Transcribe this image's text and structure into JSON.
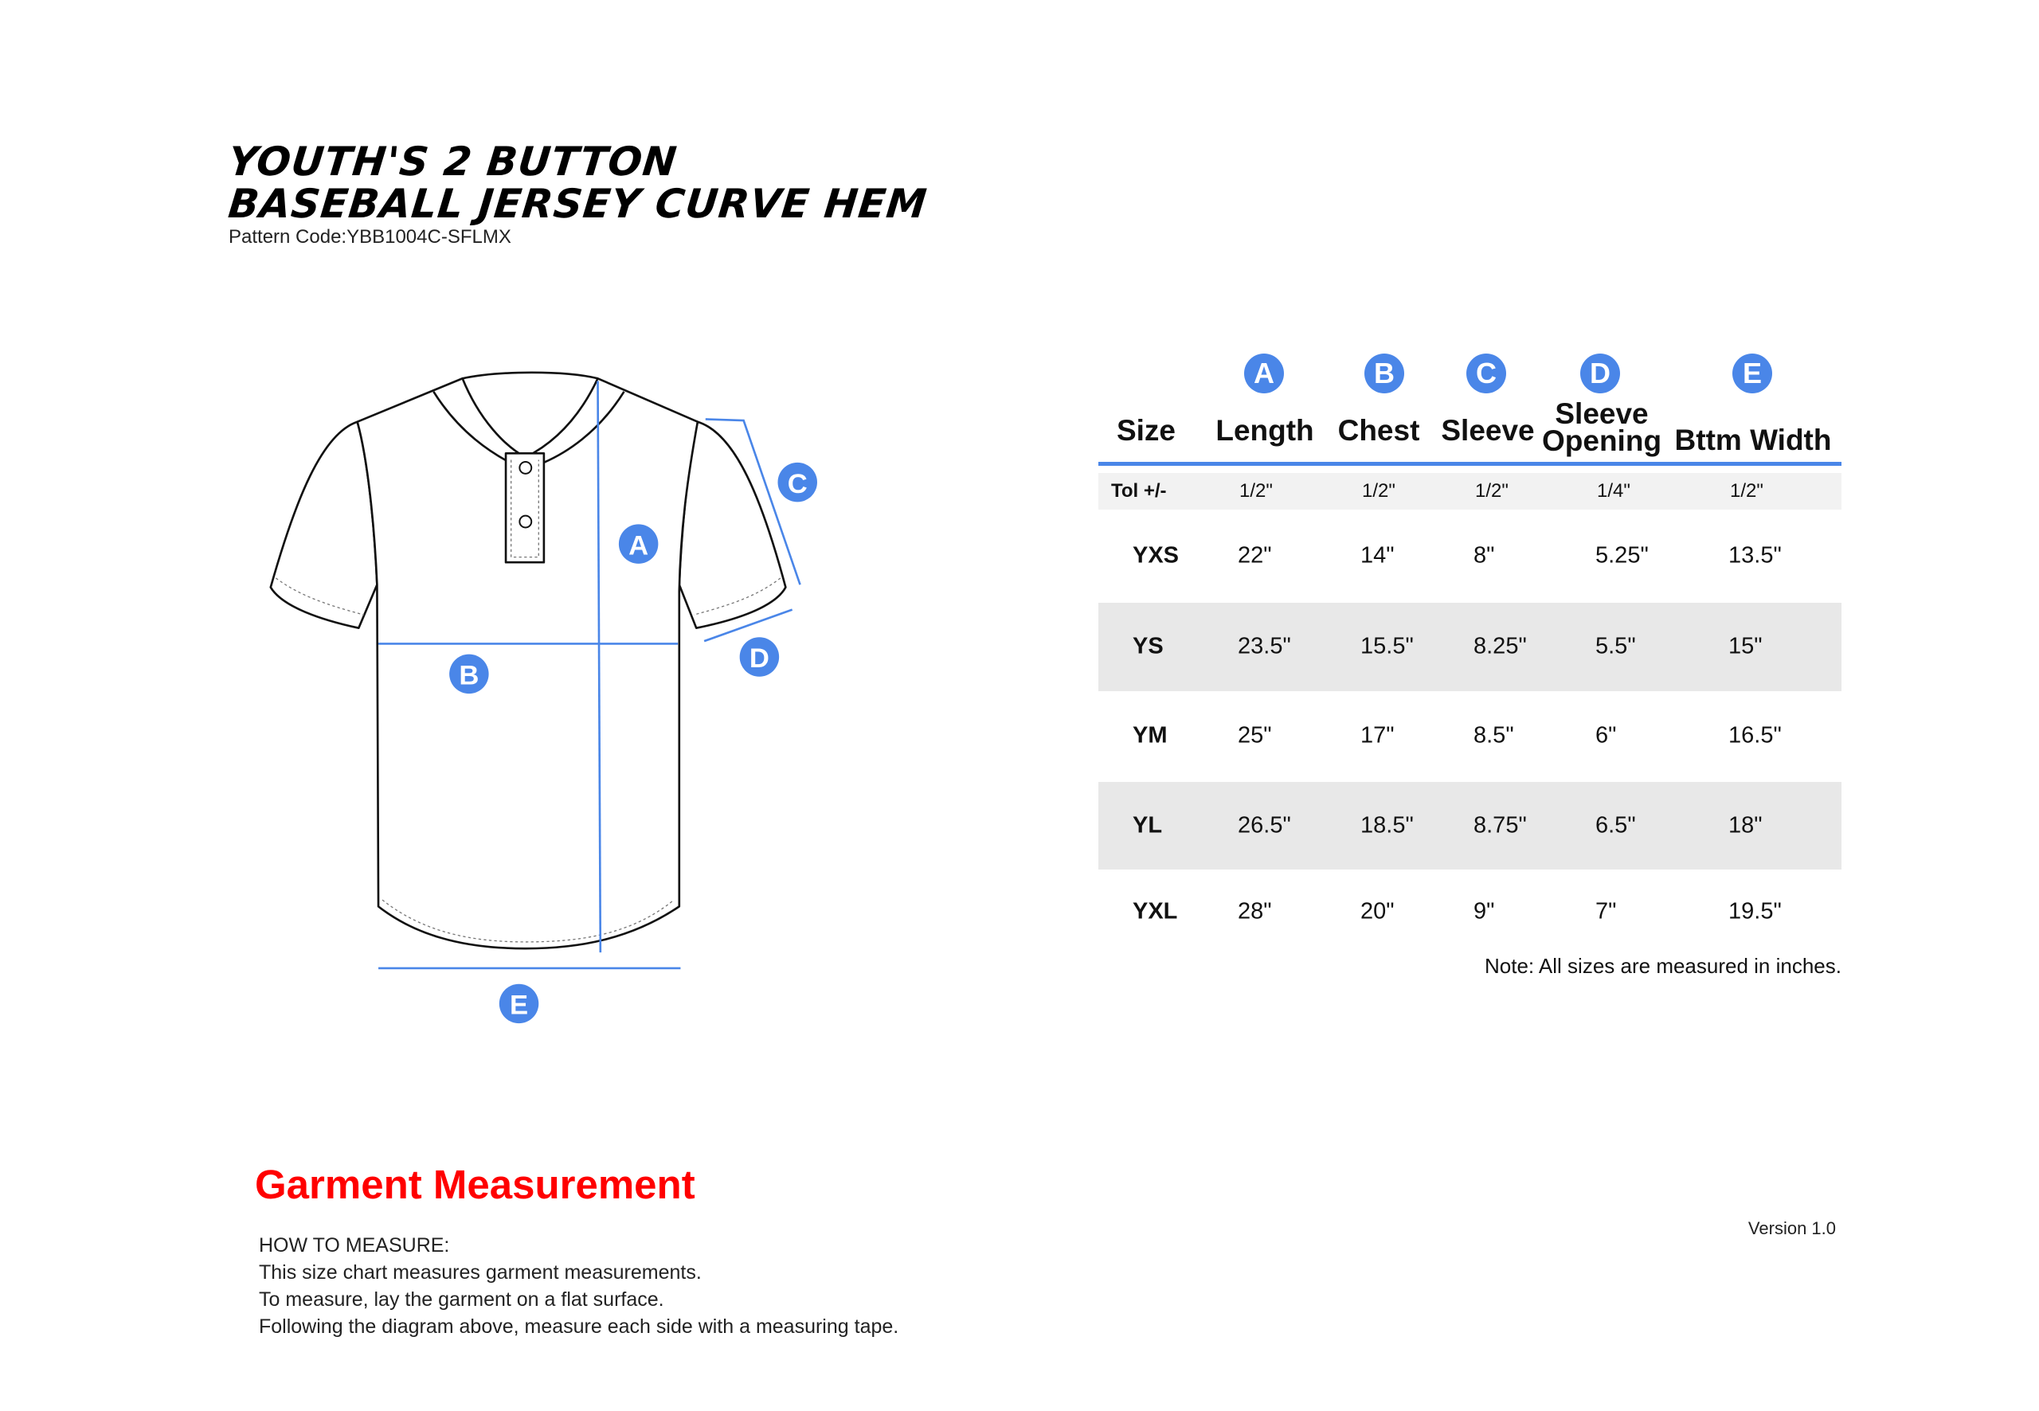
{
  "header": {
    "title_line1": "YOUTH'S 2 BUTTON",
    "title_line2": "BASEBALL JERSEY CURVE HEM",
    "pattern_code": "Pattern Code:YBB1004C-SFLMX"
  },
  "diagram": {
    "markers": [
      "A",
      "B",
      "C",
      "D",
      "E"
    ]
  },
  "table": {
    "columns": [
      {
        "marker": "",
        "label": "Size"
      },
      {
        "marker": "A",
        "label": "Length"
      },
      {
        "marker": "B",
        "label": "Chest"
      },
      {
        "marker": "C",
        "label": "Sleeve"
      },
      {
        "marker": "D",
        "label": "Sleeve Opening"
      },
      {
        "marker": "E",
        "label": "Bttm Width"
      }
    ],
    "tolerance": {
      "label": "Tol +/-",
      "values": [
        "1/2\"",
        "1/2\"",
        "1/2\"",
        "1/4\"",
        "1/2\""
      ]
    },
    "rows": [
      {
        "size": "YXS",
        "values": [
          "22\"",
          "14\"",
          "8\"",
          "5.25\"",
          "13.5\""
        ]
      },
      {
        "size": "YS",
        "values": [
          "23.5\"",
          "15.5\"",
          "8.25\"",
          "5.5\"",
          "15\""
        ]
      },
      {
        "size": "YM",
        "values": [
          "25\"",
          "17\"",
          "8.5\"",
          "6\"",
          "16.5\""
        ]
      },
      {
        "size": "YL",
        "values": [
          "26.5\"",
          "18.5\"",
          "8.75\"",
          "6.5\"",
          "18\""
        ]
      },
      {
        "size": "YXL",
        "values": [
          "28\"",
          "20\"",
          "9\"",
          "7\"",
          "19.5\""
        ]
      }
    ],
    "note": "Note: All sizes are measured in inches."
  },
  "footer": {
    "heading": "Garment Measurement",
    "how_to": [
      "HOW TO MEASURE:",
      "This size chart measures garment measurements.",
      "To measure, lay the garment on a flat surface.",
      "Following the diagram above, measure each side with a measuring tape."
    ],
    "version": "Version 1.0"
  },
  "colors": {
    "accent": "#4a86e8",
    "heading_red": "#ff0000",
    "band": "#e8e8e8",
    "tol_band": "#f2f2f2"
  }
}
